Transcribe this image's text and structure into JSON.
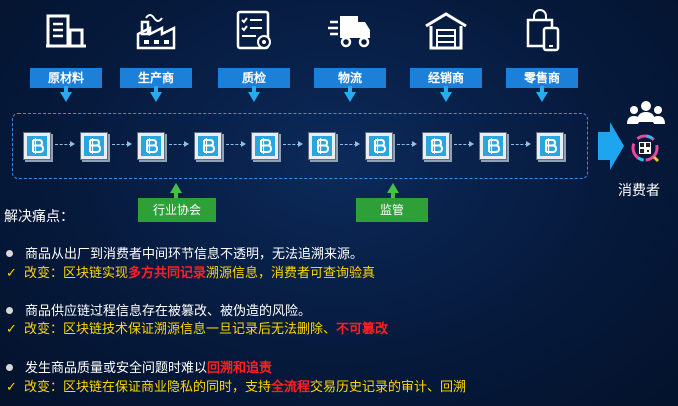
{
  "stages": [
    {
      "label": "原材料",
      "icon": "factory-building-icon"
    },
    {
      "label": "生产商",
      "icon": "factory-chimney-icon"
    },
    {
      "label": "质检",
      "icon": "inspection-report-icon"
    },
    {
      "label": "物流",
      "icon": "delivery-truck-icon"
    },
    {
      "label": "经销商",
      "icon": "warehouse-icon"
    },
    {
      "label": "零售商",
      "icon": "shopping-bag-phone-icon"
    }
  ],
  "chain": {
    "block_count": 10,
    "block_icon": "bitcoin-block-icon"
  },
  "consumer": {
    "label": "消费者",
    "icons": [
      "people-group-icon",
      "qr-scan-icon"
    ]
  },
  "supervisors": [
    {
      "label": "行业协会"
    },
    {
      "label": "监管"
    }
  ],
  "colors": {
    "stage_label_bg": "#1c7fd8",
    "arrow_blue": "#29a9f0",
    "green": "#2fa037",
    "yellow": "#ffd700",
    "red": "#ff2020"
  },
  "section_title": "解决痛点：",
  "points": [
    {
      "problem": "商品从出厂到消费者中间环节信息不透明，无法追溯来源。",
      "change": [
        {
          "text": "改变：区块链实现",
          "style": "yellow"
        },
        {
          "text": "多方共同记录",
          "style": "red"
        },
        {
          "text": "溯源信息，消费者可查询验真",
          "style": "yellow"
        }
      ]
    },
    {
      "problem": "商品供应链过程信息存在被篡改、被伪造的风险。",
      "change": [
        {
          "text": "改变：区块链技术保证溯源信息一旦记录后无法删除、",
          "style": "yellow"
        },
        {
          "text": "不可篡改",
          "style": "red"
        }
      ]
    },
    {
      "problem_parts": [
        {
          "text": "发生商品质量或安全问题时难以",
          "style": "white"
        },
        {
          "text": "回溯和追责",
          "style": "red"
        }
      ],
      "change": [
        {
          "text": "改变：区块链在保证商业隐私的同时，支持",
          "style": "yellow"
        },
        {
          "text": "全流程",
          "style": "red"
        },
        {
          "text": "交易历史记录的审计、回溯",
          "style": "yellow"
        }
      ]
    }
  ]
}
